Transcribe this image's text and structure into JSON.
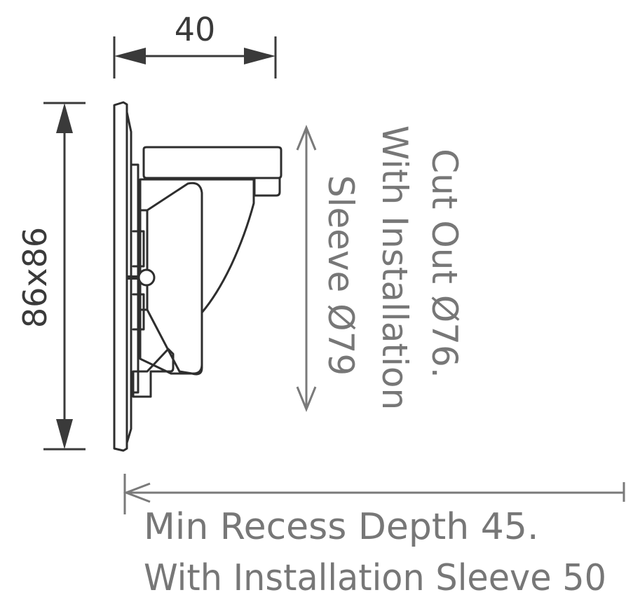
{
  "dimensions": {
    "depth_top": "40",
    "faceplate_size": "86x86",
    "cut_out_line1": "Cut Out Ø76.",
    "cut_out_line2": "With Installation",
    "cut_out_line3": "Sleeve Ø79",
    "recess_line1": "Min Recess Depth 45.",
    "recess_line2": "With Installation Sleeve 50"
  },
  "colors": {
    "product_outline": "#2e2e2e",
    "dimension_dark": "#3a3a3a",
    "dimension_grey": "#7a7a7a",
    "background": "#ffffff"
  }
}
